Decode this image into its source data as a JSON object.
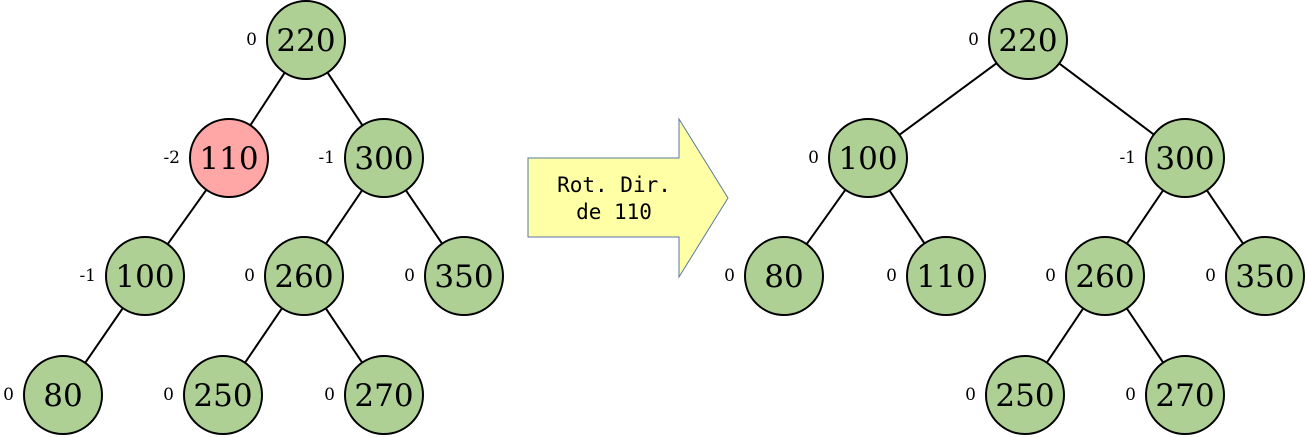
{
  "colors": {
    "node_fill": "#aed094",
    "highlight_fill": "#ffa6a6",
    "arrow_fill": "#ffffa6",
    "edge": "#000000"
  },
  "trees": [
    {
      "id": "before",
      "nodes": [
        {
          "id": "b220",
          "value": "220",
          "balance": "0"
        },
        {
          "id": "b110",
          "value": "110",
          "balance": "-2",
          "highlight": true
        },
        {
          "id": "b300",
          "value": "300",
          "balance": "-1"
        },
        {
          "id": "b100",
          "value": "100",
          "balance": "-1"
        },
        {
          "id": "b260",
          "value": "260",
          "balance": "0"
        },
        {
          "id": "b350",
          "value": "350",
          "balance": "0"
        },
        {
          "id": "b80",
          "value": "80",
          "balance": "0"
        },
        {
          "id": "b250",
          "value": "250",
          "balance": "0"
        },
        {
          "id": "b270",
          "value": "270",
          "balance": "0"
        }
      ],
      "edges": [
        [
          "b220",
          "b110"
        ],
        [
          "b220",
          "b300"
        ],
        [
          "b110",
          "b100"
        ],
        [
          "b100",
          "b80"
        ],
        [
          "b300",
          "b260"
        ],
        [
          "b300",
          "b350"
        ],
        [
          "b260",
          "b250"
        ],
        [
          "b260",
          "b270"
        ]
      ]
    },
    {
      "id": "after",
      "nodes": [
        {
          "id": "a220",
          "value": "220",
          "balance": "0"
        },
        {
          "id": "a100",
          "value": "100",
          "balance": "0"
        },
        {
          "id": "a300",
          "value": "300",
          "balance": "-1"
        },
        {
          "id": "a80",
          "value": "80",
          "balance": "0"
        },
        {
          "id": "a110",
          "value": "110",
          "balance": "0"
        },
        {
          "id": "a260",
          "value": "260",
          "balance": "0"
        },
        {
          "id": "a350",
          "value": "350",
          "balance": "0"
        },
        {
          "id": "a250",
          "value": "250",
          "balance": "0"
        },
        {
          "id": "a270",
          "value": "270",
          "balance": "0"
        }
      ],
      "edges": [
        [
          "a220",
          "a100"
        ],
        [
          "a220",
          "a300"
        ],
        [
          "a100",
          "a80"
        ],
        [
          "a100",
          "a110"
        ],
        [
          "a300",
          "a260"
        ],
        [
          "a300",
          "a350"
        ],
        [
          "a260",
          "a250"
        ],
        [
          "a260",
          "a270"
        ]
      ]
    }
  ],
  "arrow": {
    "line1": "Rot. Dir.",
    "line2": "de 110"
  }
}
